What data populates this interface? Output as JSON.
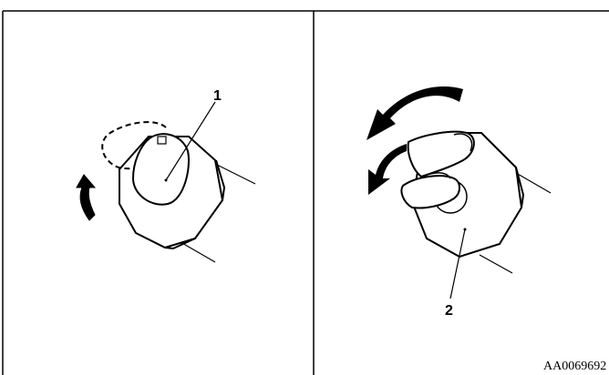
{
  "callouts": {
    "left": "1",
    "right": "2"
  },
  "figure_code": "AA0069692",
  "icons": {
    "left_arrow": "curved-arrow-counterclockwise-icon",
    "right_arrow_upper": "curved-arrow-left-icon",
    "right_arrow_lower": "curved-arrow-left-icon"
  },
  "colors": {
    "line": "#000000",
    "background": "#ffffff"
  }
}
